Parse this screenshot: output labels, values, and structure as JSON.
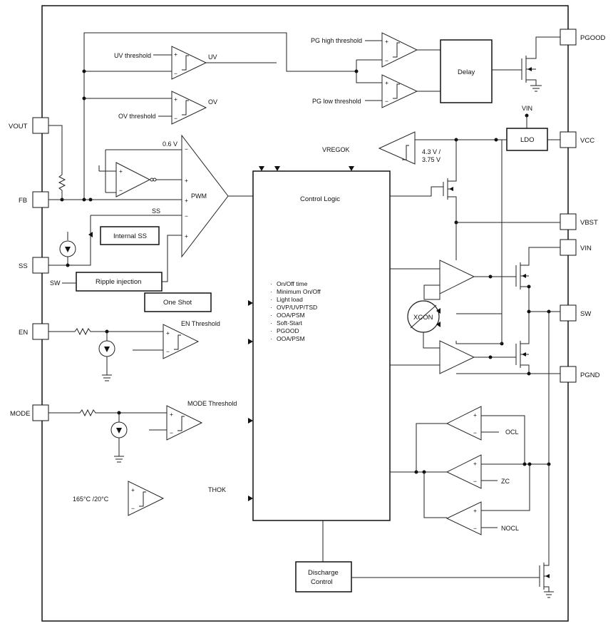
{
  "pins": {
    "vout": "VOUT",
    "fb": "FB",
    "ss": "SS",
    "en": "EN",
    "mode": "MODE",
    "pgood": "PGOOD",
    "vcc": "VCC",
    "vbst": "VBST",
    "vin": "VIN",
    "sw": "SW",
    "pgnd": "PGND"
  },
  "blocks": {
    "delay": "Delay",
    "ldo": "LDO",
    "control_logic": "Control Logic",
    "internal_ss": "Internal SS",
    "ripple_injection": "Ripple injection",
    "one_shot": "One Shot",
    "discharge_control_1": "Discharge",
    "discharge_control_2": "Control",
    "xcon": "XCON"
  },
  "labels": {
    "uv_threshold": "UV threshold",
    "uv": "UV",
    "ov_threshold": "OV threshold",
    "ov": "OV",
    "pg_high": "PG high threshold",
    "pg_low": "PG low threshold",
    "v06": "0.6 V",
    "pwm": "PWM",
    "ss": "SS",
    "sw": "SW",
    "vregok": "VREGOK",
    "vin_top": "VIN",
    "uvlo_1": "4.3 V /",
    "uvlo_2": "3.75 V",
    "en_threshold": "EN Threshold",
    "mode_threshold": "MODE Threshold",
    "temp": "165°C /20°C",
    "thok": "THOK",
    "ocl": "OCL",
    "zc": "ZC",
    "nocl": "NOCL"
  },
  "control_list": [
    "On/Off time",
    "Minimum On/Off",
    "Light load",
    "OVP/UVP/TSD",
    "OOA/PSM",
    "Soft-Start",
    "PGOOD",
    "OOA/PSM"
  ]
}
